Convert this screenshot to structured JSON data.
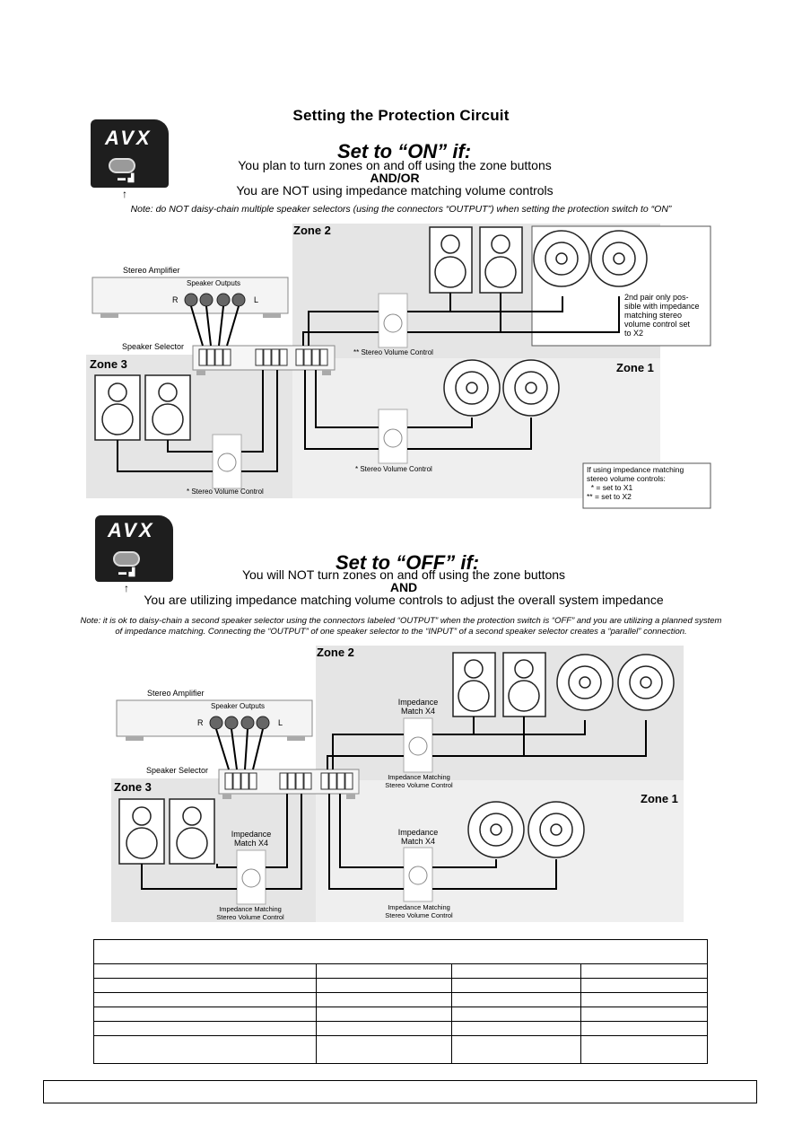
{
  "page_title": "Setting the Protection Circuit",
  "device_logo": "AVX",
  "on_section": {
    "heading": "Set to “ON” if:",
    "line1": "You plan to turn zones on and off using the zone buttons",
    "conjunction": "AND/OR",
    "line2": "You are NOT using impedance matching volume controls",
    "note": "Note: do NOT daisy-chain multiple speaker selectors (using the connectors “OUTPUT”) when setting the protection switch to “ON”"
  },
  "off_section": {
    "heading": "Set to “OFF” if:",
    "line1": "You will NOT turn zones on and off using the zone buttons",
    "conjunction": "AND",
    "line2": "You are utilizing impedance matching volume controls to adjust the overall system impedance",
    "note_line1": "Note: it is ok to daisy-chain a second speaker selector using the connectors labeled “OUTPUT” when the protection switch is “OFF” and you are utilizing a planned system",
    "note_line2": "of impedance matching.  Connecting the “OUTPUT” of one speaker selector to the “INPUT” of a second speaker selector creates a “parallel” connection."
  },
  "diagram_top": {
    "zone2": "Zone 2",
    "zone1": "Zone 1",
    "zone3": "Zone 3",
    "amp": "Stereo Amplifier",
    "outputs": "Speaker Outputs",
    "r": "R",
    "l": "L",
    "selector": "Speaker Selector",
    "vc_zone2": "** Stereo Volume Control",
    "vc_zone1": "* Stereo Volume Control",
    "vc_zone3": "* Stereo Volume Control",
    "second_pair_note": [
      "2nd pair only pos-",
      "sible with impedance",
      "matching stereo",
      "volume control set",
      "to X2"
    ],
    "legend": [
      "If using impedance matching",
      "stereo volume controls:",
      "  * = set to X1",
      "** = set to X2"
    ]
  },
  "diagram_bottom": {
    "zone2": "Zone 2",
    "zone1": "Zone 1",
    "zone3": "Zone 3",
    "amp": "Stereo Amplifier",
    "outputs": "Speaker Outputs",
    "r": "R",
    "l": "L",
    "selector": "Speaker Selector",
    "match_x4": [
      "Impedance",
      "Match X4"
    ],
    "vc_label": [
      "Impedance Matching",
      "Stereo Volume Control"
    ]
  },
  "table": {
    "rows": 7
  }
}
